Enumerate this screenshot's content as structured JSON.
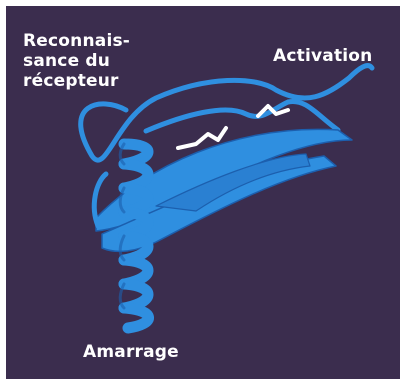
{
  "labels": {
    "recognition": [
      "Reconnais-",
      "sance du",
      "récepteur"
    ],
    "activation": "Activation",
    "docking": "Amarrage"
  },
  "colors": {
    "background": "#3b2d4e",
    "ribbon": "#2f8fe0",
    "ribbon_shadow": "#1c5fae",
    "bond": "#ffffff",
    "text": "#ffffff"
  }
}
